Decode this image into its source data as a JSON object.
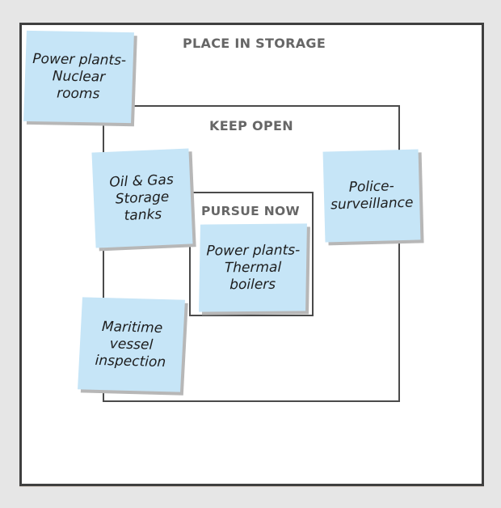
{
  "diagram": {
    "zones": [
      {
        "id": "storage",
        "label": "PLACE IN STORAGE"
      },
      {
        "id": "open",
        "label": "KEEP OPEN"
      },
      {
        "id": "now",
        "label": "PURSUE NOW"
      }
    ],
    "notes": [
      {
        "text": "Power plants-\nNuclear\nrooms",
        "zone": "storage"
      },
      {
        "text": "Oil & Gas\nStorage\ntanks",
        "zone": "open"
      },
      {
        "text": "Police-\nsurveillance",
        "zone": "open"
      },
      {
        "text": "Power plants-\nThermal\nboilers",
        "zone": "now"
      },
      {
        "text": "Maritime\nvessel\ninspection",
        "zone": "open"
      }
    ],
    "colors": {
      "note_fill": "#c6e5f7",
      "note_shadow": "#b7b7b7",
      "zone_border": "#3f3f3f",
      "label_text": "#666666",
      "background": "#e6e6e6"
    }
  }
}
